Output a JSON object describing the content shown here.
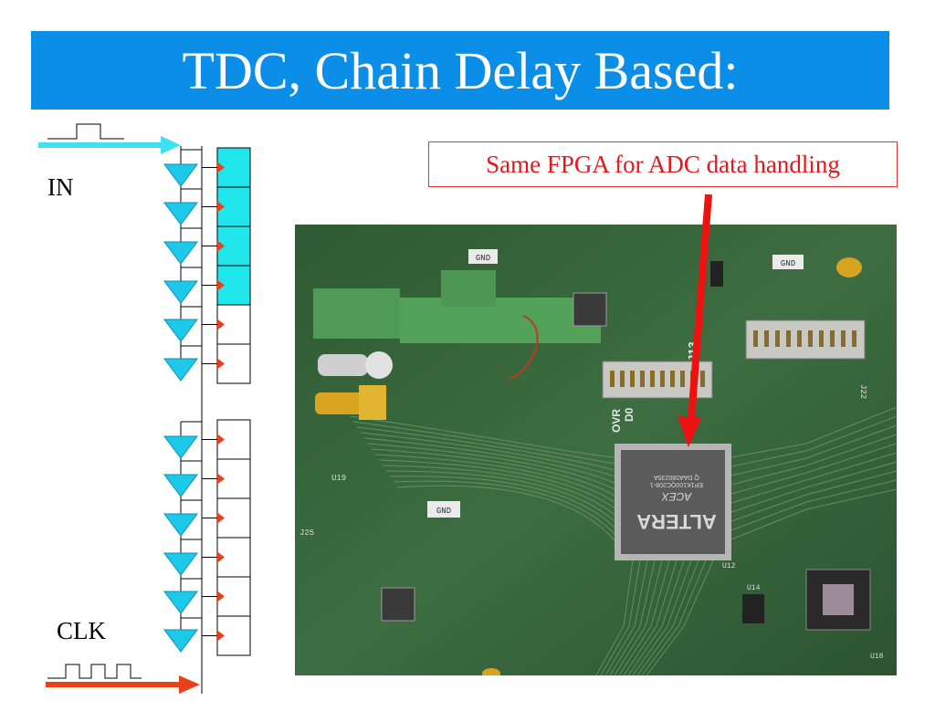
{
  "title": "TDC, Chain Delay Based:",
  "labels": {
    "in": "IN",
    "clk": "CLK"
  },
  "callout": "Same FPGA for ADC data handling",
  "photo": {
    "silkscreen": {
      "gnd_top_left": "GND",
      "gnd_top_right": "GND",
      "gnd_lower": "GND",
      "u19": "U19",
      "j25": "J25",
      "u12": "U12",
      "u14": "U14",
      "u18": "U18",
      "j13": "J13",
      "ovr": "OVR",
      "d0": "D0",
      "j22": "J22"
    },
    "chip": {
      "brand": "ALTERA",
      "family": "ACEX",
      "part": "EP1K100QC208-1",
      "code": "Q DAA580235A"
    }
  },
  "colors": {
    "title_bg": "#0a8ee8",
    "buffer_cyan": "#1cc9e8",
    "register_cyan": "#1ee6ea",
    "in_arrow": "#3fe0ef",
    "clk_arrow": "#e8401a",
    "pointer_red": "#ee1111",
    "pcb_green": "#3c6a3e"
  },
  "icons": {
    "buffer": "triangle-down",
    "clock_edge": "triangle-right"
  }
}
